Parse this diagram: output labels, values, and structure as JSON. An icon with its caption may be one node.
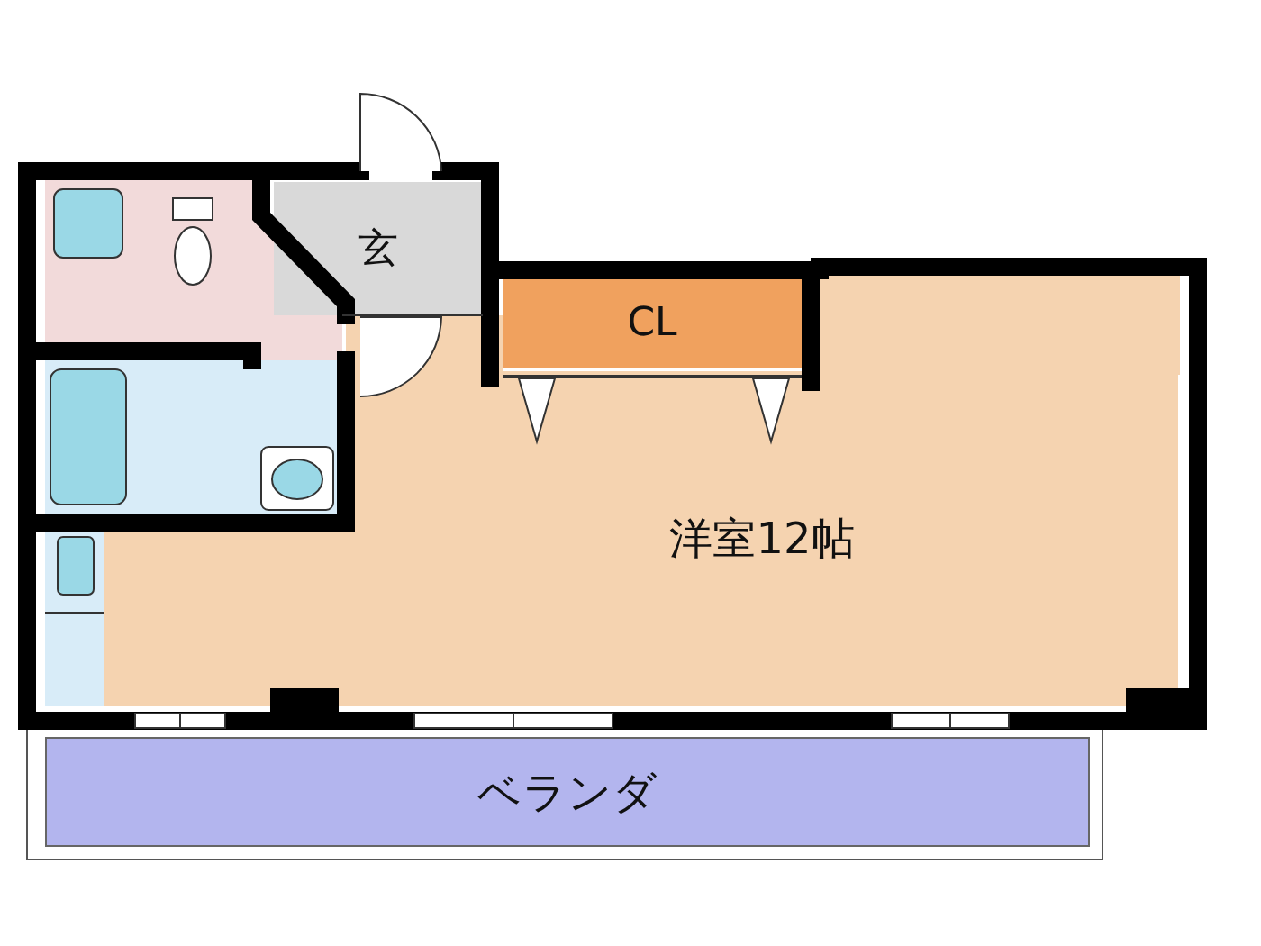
{
  "diagram": {
    "nodes": [
      {
        "text": [
          "玄"
        ]
      },
      {
        "text": [
          "CL"
        ]
      },
      {
        "text": [
          "洋室12帖"
        ]
      },
      {
        "text": [
          "ベランダ"
        ]
      }
    ]
  }
}
